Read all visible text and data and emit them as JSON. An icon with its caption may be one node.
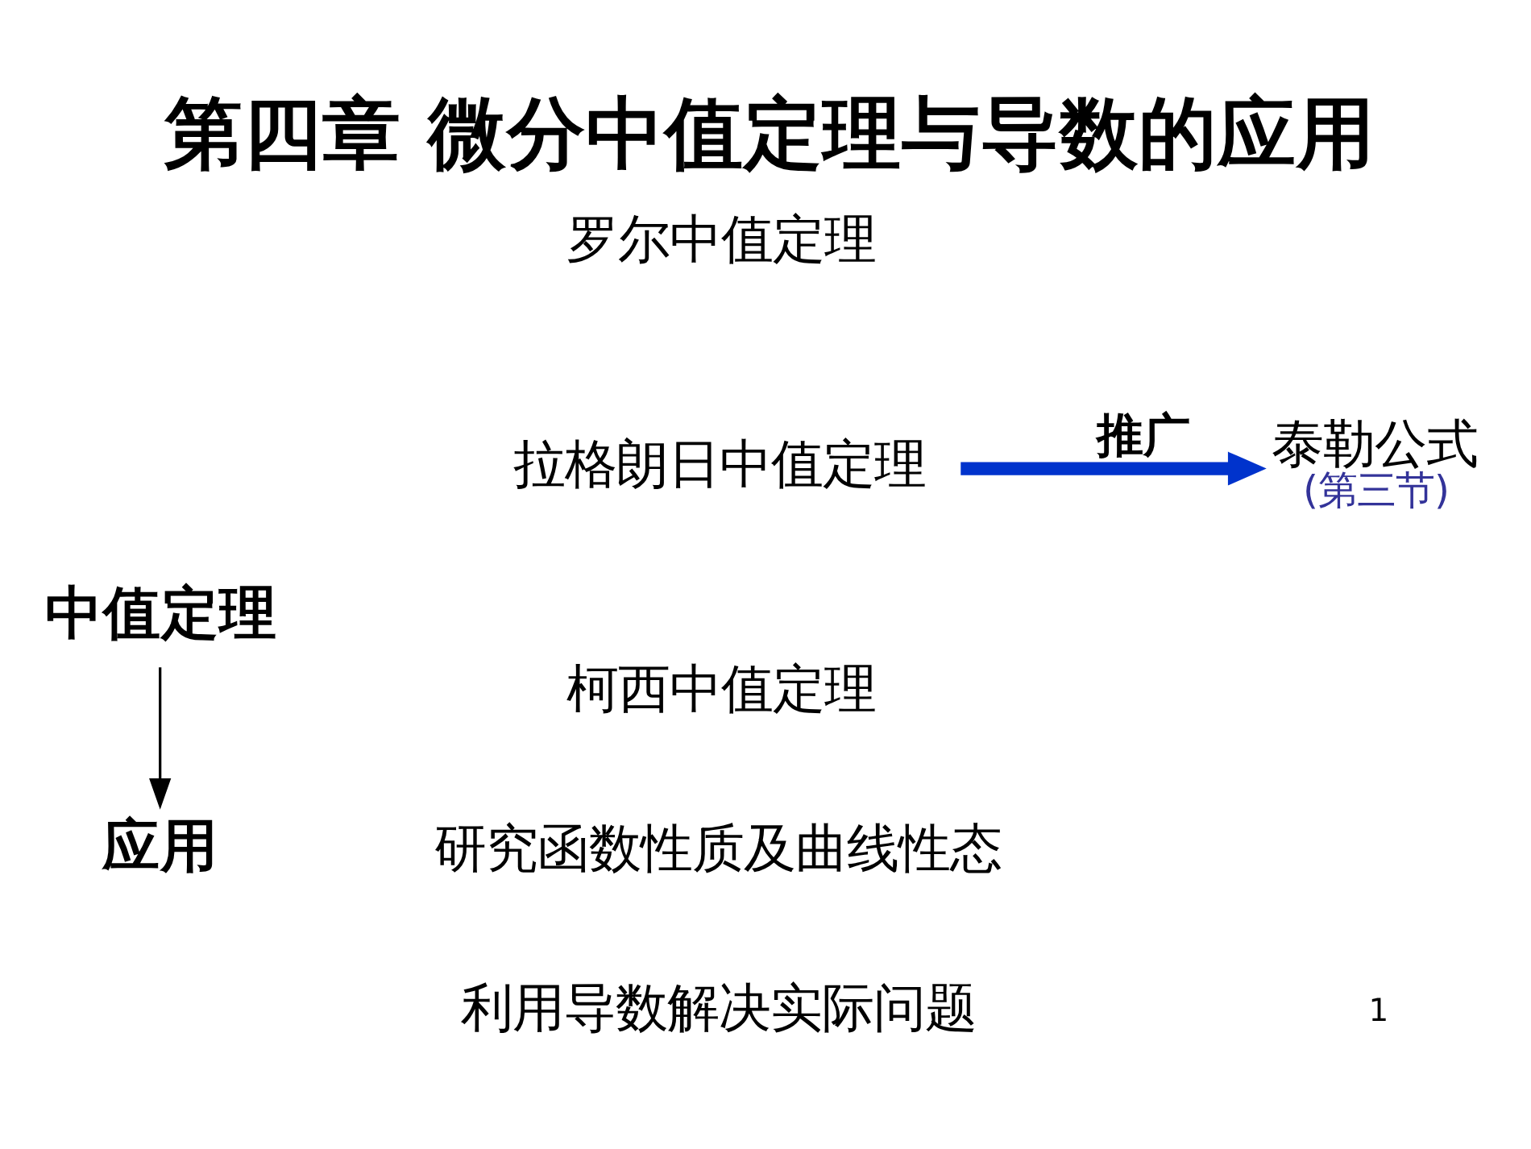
{
  "diagram": {
    "title": "第四章 微分中值定理与导数的应用",
    "nodes": [
      {
        "text": [
          "中值定理"
        ]
      },
      {
        "text": [
          "罗尔中值定理"
        ]
      },
      {
        "text": [
          "拉格朗日中值定理"
        ]
      },
      {
        "text": [
          "柯西中值定理"
        ]
      },
      {
        "text": [
          "泰勒公式"
        ],
        "beside": [
          "(第三节)"
        ]
      },
      {
        "text": [
          "应用"
        ]
      },
      {
        "text": [
          "研究函数性质及曲线性态"
        ]
      },
      {
        "text": [
          "利用导数解决实际问题"
        ]
      }
    ],
    "edges": [
      {
        "from": 2,
        "to": 4,
        "arrow": "to",
        "label": "推广",
        "style": "thick",
        "color": "#0033cc"
      },
      {
        "from": 0,
        "to": 5,
        "arrow": "to",
        "color": "#000000"
      }
    ],
    "labels": [
      "1"
    ]
  }
}
